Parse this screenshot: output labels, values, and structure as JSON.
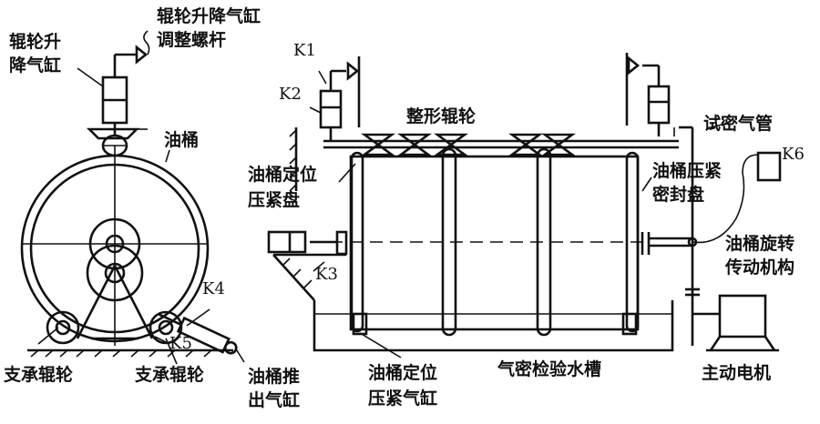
{
  "labels": {
    "cylinder_adjust_line1": "辊轮升降气缸",
    "cylinder_adjust_line2": "调整螺杆",
    "roller_lift_line1": "辊轮升",
    "roller_lift_line2": "降气缸",
    "oil_drum": "油桶",
    "k4": "K4",
    "k5": "K5",
    "support_roller_left": "支承辊轮",
    "support_roller_right": "支承辊轮",
    "eject_line1": "油桶推",
    "eject_line2": "出气缸",
    "k1": "K1",
    "k2": "K2",
    "shaping_rollers": "整形辊轮",
    "test_air_pipe": "试密气管",
    "k6": "K6",
    "positioning_disc_line1": "油桶定位",
    "positioning_disc_line2": "压紧盘",
    "k3": "K3",
    "seal_disc_line1": "油桶压紧",
    "seal_disc_line2": "密封盘",
    "rotation_drive_line1": "油桶旋转",
    "rotation_drive_line2": "传动机构",
    "positioning_cyl_line1": "油桶定位",
    "positioning_cyl_line2": "压紧气缸",
    "water_tank": "气密检验水槽",
    "motor": "主动电机"
  }
}
